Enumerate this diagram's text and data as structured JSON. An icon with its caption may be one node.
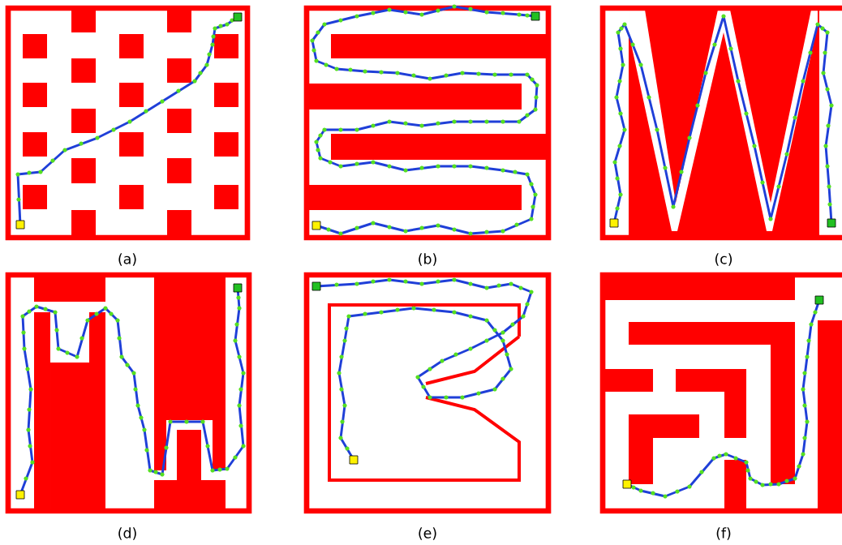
{
  "diagram": {
    "labels": [
      "(a)",
      "(b)",
      "(c)",
      "(d)",
      "(e)",
      "(f)"
    ]
  }
}
